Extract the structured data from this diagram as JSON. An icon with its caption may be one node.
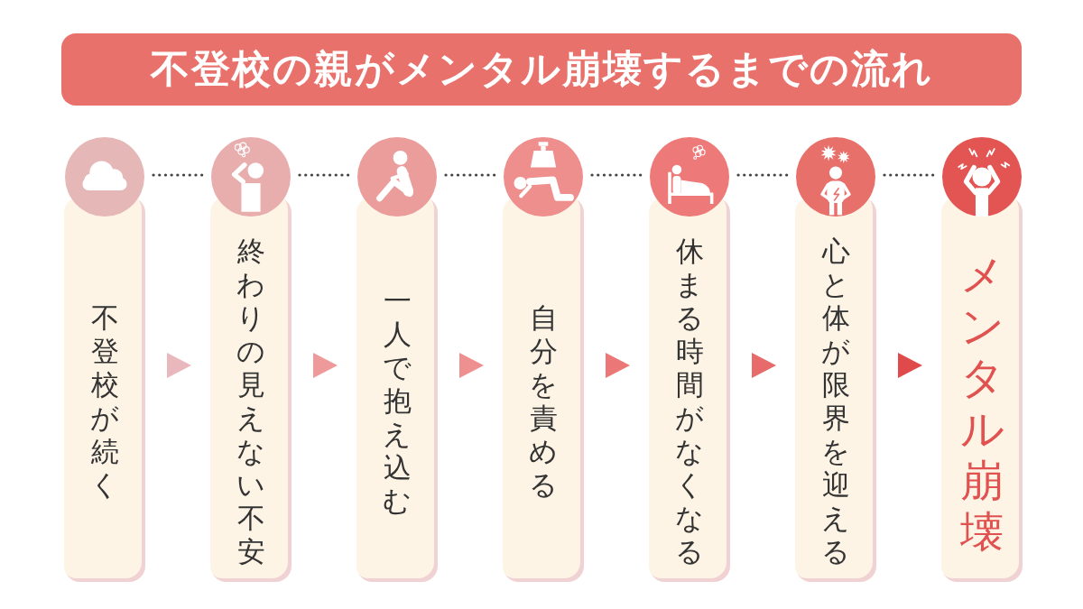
{
  "diagram": {
    "title": "不登校の親がメンタル崩壊するまでの流れ",
    "nodes": [
      {
        "text": [],
        "shape": "circle"
      },
      {
        "text": [],
        "shape": "circle"
      },
      {
        "text": [],
        "shape": "circle"
      },
      {
        "text": [],
        "shape": "circle"
      },
      {
        "text": [],
        "shape": "circle"
      },
      {
        "text": [],
        "shape": "circle"
      },
      {
        "text": [],
        "shape": "circle"
      },
      {
        "text": [
          "不登校が続く"
        ]
      },
      {
        "text": [
          "終わりの見えない不安"
        ]
      },
      {
        "text": [
          "一人で抱え込む"
        ]
      },
      {
        "text": [
          "自分を責める"
        ]
      },
      {
        "text": [
          "休まる時間がなくなる"
        ]
      },
      {
        "text": [
          "心と体が限界を迎える"
        ]
      },
      {
        "text": [
          "メンタル崩壊"
        ]
      }
    ],
    "edges": [
      {
        "from": 0,
        "to": 1,
        "arrow": "none",
        "style": "dashed"
      },
      {
        "from": 1,
        "to": 2,
        "arrow": "none",
        "style": "dashed"
      },
      {
        "from": 2,
        "to": 3,
        "arrow": "none",
        "style": "dashed"
      },
      {
        "from": 3,
        "to": 4,
        "arrow": "none",
        "style": "dashed"
      },
      {
        "from": 4,
        "to": 5,
        "arrow": "none",
        "style": "dashed"
      },
      {
        "from": 5,
        "to": 6,
        "arrow": "none",
        "style": "dashed"
      },
      {
        "from": 7,
        "to": 8,
        "arrow": "to",
        "color": "#e9b8bc"
      },
      {
        "from": 8,
        "to": 9,
        "arrow": "to",
        "color": "#ee9a9a"
      },
      {
        "from": 9,
        "to": 10,
        "arrow": "to",
        "color": "#ee9090"
      },
      {
        "from": 10,
        "to": 11,
        "arrow": "to",
        "color": "#ec7777"
      },
      {
        "from": 11,
        "to": 12,
        "arrow": "to",
        "color": "#e86b6b"
      },
      {
        "from": 12,
        "to": 13,
        "arrow": "to",
        "color": "#e14a4a"
      }
    ]
  }
}
